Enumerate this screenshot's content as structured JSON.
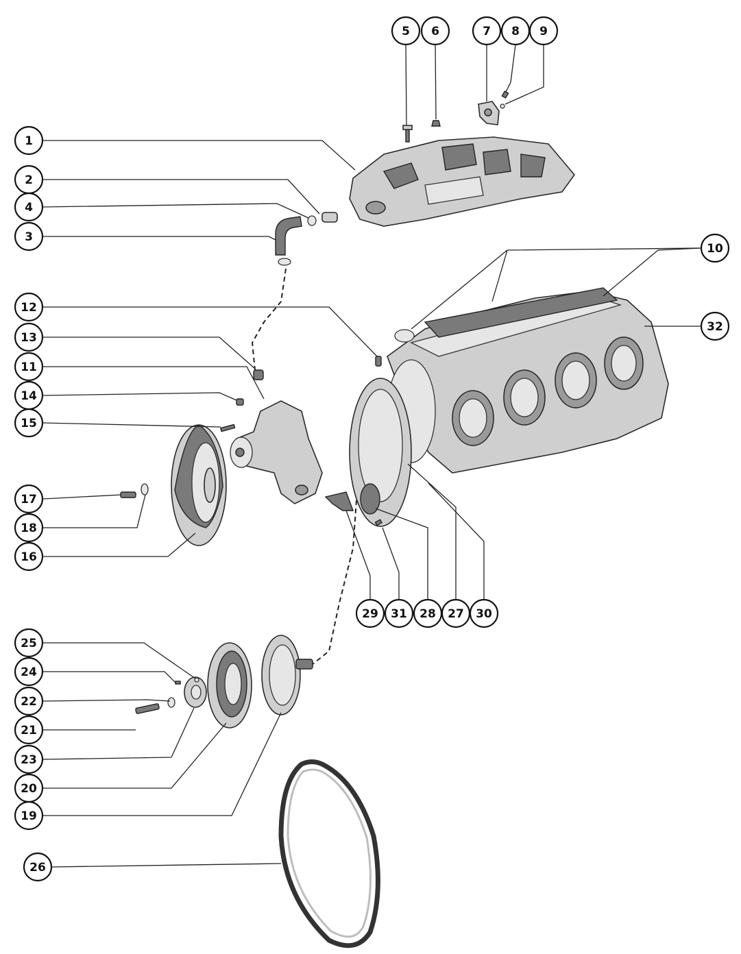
{
  "callouts": [
    {
      "id": "c1",
      "label": "1"
    },
    {
      "id": "c2",
      "label": "2"
    },
    {
      "id": "c3",
      "label": "3"
    },
    {
      "id": "c4",
      "label": "4"
    },
    {
      "id": "c5",
      "label": "5"
    },
    {
      "id": "c6",
      "label": "6"
    },
    {
      "id": "c7",
      "label": "7"
    },
    {
      "id": "c8",
      "label": "8"
    },
    {
      "id": "c9",
      "label": "9"
    },
    {
      "id": "c10",
      "label": "10"
    },
    {
      "id": "c11",
      "label": "11"
    },
    {
      "id": "c12",
      "label": "12"
    },
    {
      "id": "c13",
      "label": "13"
    },
    {
      "id": "c14",
      "label": "14"
    },
    {
      "id": "c15",
      "label": "15"
    },
    {
      "id": "c16",
      "label": "16"
    },
    {
      "id": "c17",
      "label": "17"
    },
    {
      "id": "c18",
      "label": "18"
    },
    {
      "id": "c19",
      "label": "19"
    },
    {
      "id": "c20",
      "label": "20"
    },
    {
      "id": "c21",
      "label": "21"
    },
    {
      "id": "c22",
      "label": "22"
    },
    {
      "id": "c23",
      "label": "23"
    },
    {
      "id": "c24",
      "label": "24"
    },
    {
      "id": "c25",
      "label": "25"
    },
    {
      "id": "c26",
      "label": "26"
    },
    {
      "id": "c27",
      "label": "27"
    },
    {
      "id": "c28",
      "label": "28"
    },
    {
      "id": "c29",
      "label": "29"
    },
    {
      "id": "c30",
      "label": "30"
    },
    {
      "id": "c31",
      "label": "31"
    },
    {
      "id": "c32",
      "label": "32"
    }
  ],
  "colors": {
    "ink": "#111111",
    "background": "#ffffff",
    "part_fill": "#cfcfcf"
  }
}
